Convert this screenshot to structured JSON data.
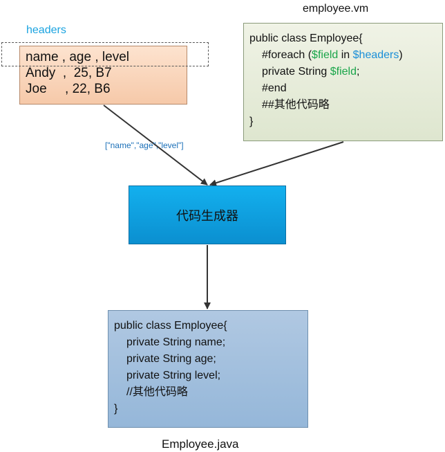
{
  "headers_label": "headers",
  "csv_lines": [
    "name , age , level",
    "Andy  ,  25, B7",
    "Joe     , 22, B6"
  ],
  "vm_file": {
    "title": "employee.vm",
    "line1": "public class Employee{",
    "line2_pre": "#foreach (",
    "line2_var1": "$field",
    "line2_mid": " in ",
    "line2_var2": "$headers",
    "line2_post": ")",
    "line3_pre": "private String ",
    "line3_var": "$field",
    "line3_post": ";",
    "line4": "#end",
    "line5": "##其他代码略",
    "line6": "}"
  },
  "generator_label": "代码生成器",
  "arrow_label": "[\"name\",\"age\",\"level\"]",
  "java_file": {
    "title": "Employee.java",
    "lines": [
      "public class Employee{",
      "private String name;",
      "private String age;",
      "private String level;",
      "//其他代码略",
      "}"
    ]
  },
  "colors": {
    "variable_green": "#1aa54a",
    "variable_blue": "#1a8fd8",
    "headers_label": "#1aa3e0",
    "arrow_label": "#1a6fb8"
  }
}
